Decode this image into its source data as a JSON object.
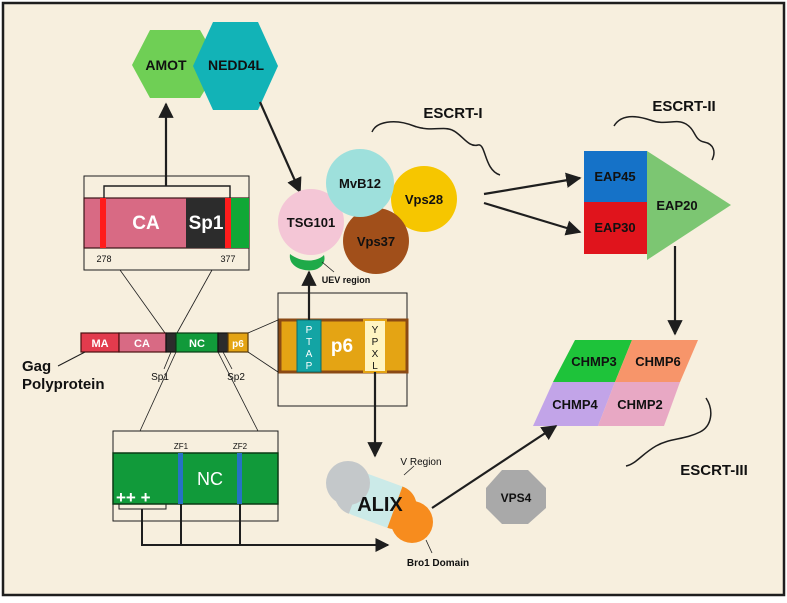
{
  "colors": {
    "background": "#f7efde",
    "border": "#1e1e1e",
    "amot": "#6fcf55",
    "nedd4l": "#12b3b7",
    "ca": "#d86a84",
    "sp1": "#2c2c2c",
    "red_mark": "#ff1c1c",
    "green_bar": "#10a836",
    "ma": "#e23b4d",
    "nc": "#119a3a",
    "p6": "#e4a414",
    "p6_border": "#8b4a14",
    "ptap": "#13a4a4",
    "yxpl": "#fff4c2",
    "zf": "#2572c4",
    "tsg101": "#f4c6d6",
    "mvb12": "#9ee0dc",
    "vps28": "#f6c600",
    "vps37": "#a14f1a",
    "uev": "#1faa49",
    "eap45": "#1572c8",
    "eap30": "#e0141c",
    "eap20": "#7cc672",
    "chmp3": "#1ec33a",
    "chmp6": "#f7956a",
    "chmp4": "#c2a4e8",
    "chmp2": "#e8a8c4",
    "alix_gray": "#c4c8ca",
    "alix_body": "#cbeae8",
    "alix_orange": "#f78c1e",
    "vps4": "#a9a9a9"
  },
  "top": {
    "amot": "AMOT",
    "nedd4l": "NEDD4L"
  },
  "ca_zoom": {
    "ca": "CA",
    "sp1": "Sp1",
    "pos_start": "278",
    "pos_end": "377"
  },
  "gag": {
    "ma": "MA",
    "ca": "CA",
    "nc": "NC",
    "p6": "p6",
    "sp1": "Sp1",
    "sp2": "Sp2",
    "label_line1": "Gag",
    "label_line2": "Polyprotein"
  },
  "p6_zoom": {
    "ptap": [
      "P",
      "T",
      "A",
      "P"
    ],
    "p6": "p6",
    "ypxl": [
      "Y",
      "P",
      "X",
      "L"
    ]
  },
  "nc_zoom": {
    "zf1": "ZF1",
    "zf2": "ZF2",
    "nc": "NC",
    "charges": "++ +"
  },
  "escrt1": {
    "title": "ESCRT-I",
    "tsg101": "TSG101",
    "mvb12": "MvB12",
    "vps28": "Vps28",
    "vps37": "Vps37",
    "uev": "UEV region"
  },
  "escrt2": {
    "title": "ESCRT-II",
    "eap45": "EAP45",
    "eap30": "EAP30",
    "eap20": "EAP20"
  },
  "escrt3": {
    "title": "ESCRT-III",
    "chmp3": "CHMP3",
    "chmp6": "CHMP6",
    "chmp4": "CHMP4",
    "chmp2": "CHMP2"
  },
  "alix": {
    "label": "ALIX",
    "v_region": "V Region",
    "bro1": "Bro1 Domain"
  },
  "vps4": {
    "label": "VPS4"
  }
}
